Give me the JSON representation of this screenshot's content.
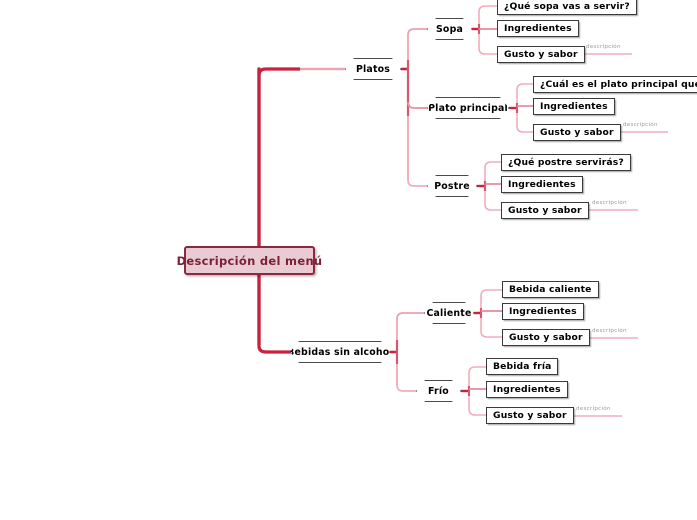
{
  "diagram": {
    "title": "Descripción del menú",
    "type": "mind-map",
    "colors": {
      "trunk": "#c8223f",
      "branch": "#e38a9c",
      "twig": "#f0aebb",
      "root_fill": "#e9ccd3",
      "root_border": "#8b2942",
      "root_text": "#7b2035",
      "node_border": "#4a4a4a",
      "leaf_border": "#3a3a3a",
      "caption": "#9a9a9a",
      "background": "#ffffff"
    }
  },
  "root": {
    "label": "Descripción del menú"
  },
  "branches": [
    {
      "label": "Platos",
      "children": [
        {
          "label": "Sopa",
          "leaves": [
            {
              "label": "¿Qué sopa vas a servir?",
              "caption": null
            },
            {
              "label": "Ingredientes",
              "caption": null
            },
            {
              "label": "Gusto y sabor",
              "caption": "descripción"
            }
          ]
        },
        {
          "label": "Plato principal",
          "leaves": [
            {
              "label": "¿Cuál es el plato principal que se servirá?",
              "caption": null
            },
            {
              "label": "Ingredientes",
              "caption": null
            },
            {
              "label": "Gusto y sabor",
              "caption": "descripción"
            }
          ]
        },
        {
          "label": "Postre",
          "leaves": [
            {
              "label": "¿Qué postre servirás?",
              "caption": null
            },
            {
              "label": "Ingredientes",
              "caption": null
            },
            {
              "label": "Gusto y sabor",
              "caption": "descripción"
            }
          ]
        }
      ]
    },
    {
      "label": "Bebidas sin alcohol",
      "children": [
        {
          "label": "Caliente",
          "leaves": [
            {
              "label": "Bebida caliente",
              "caption": null
            },
            {
              "label": "Ingredientes",
              "caption": null
            },
            {
              "label": "Gusto y sabor",
              "caption": "descripción"
            }
          ]
        },
        {
          "label": "Frío",
          "leaves": [
            {
              "label": "Bebida fría",
              "caption": null
            },
            {
              "label": "Ingredientes",
              "caption": null
            },
            {
              "label": "Gusto y sabor",
              "caption": "descripción"
            }
          ]
        }
      ]
    }
  ]
}
